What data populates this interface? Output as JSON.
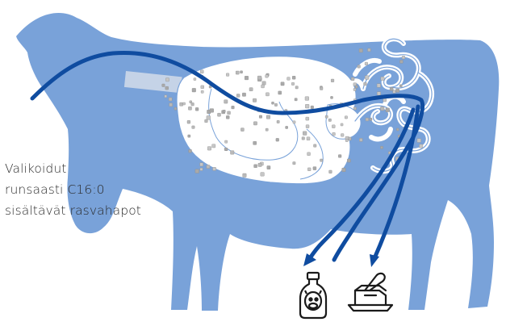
{
  "caption": {
    "line1": "Valikoidut",
    "line2": "runsaasti C16:0",
    "line3": "sisältävät rasvahapot"
  },
  "colors": {
    "cow_body": "#79a2d9",
    "stomach_fill": "#ffffff",
    "stomach_outline": "#79a2d9",
    "path_line": "#0f4ca0",
    "particle": "#b9b9b9",
    "icon_stroke": "#1a1a1a",
    "esophagus_tube": "#c9d6e8"
  },
  "icons": {
    "milk": "milk-bottle-icon",
    "butter": "butter-dish-icon"
  }
}
